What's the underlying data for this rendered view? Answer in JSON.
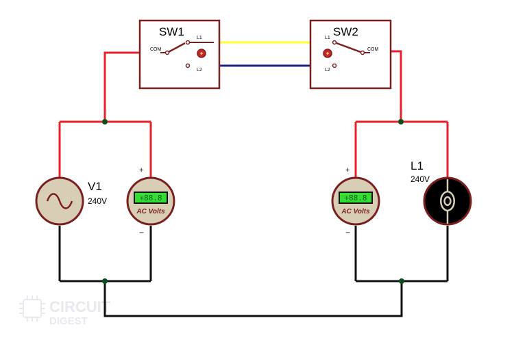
{
  "colors": {
    "positive_wire": "#e8202a",
    "neutral_wire": "#111111",
    "traveler_l1": "#ffff33",
    "traveler_l2": "#1a237e",
    "component_body": "#7a1f1f",
    "component_fill": "#d8cdb5",
    "lcd_green": "#33dd33",
    "lamp_body": "#000000",
    "junction": "#0a4d1f",
    "watermark": "#e6e9ee"
  },
  "switches": {
    "sw1": {
      "name": "SW1",
      "com": "COM",
      "l1": "L1",
      "l2": "L2"
    },
    "sw2": {
      "name": "SW2",
      "com": "COM",
      "l1": "L1",
      "l2": "L2"
    }
  },
  "source": {
    "name": "V1",
    "value": "240V",
    "icon": "ac-sine-icon"
  },
  "lamp": {
    "name": "L1",
    "value": "240V",
    "icon": "bulb-filament-icon"
  },
  "meters": {
    "left": {
      "reading": "+88.8",
      "label": "AC Volts",
      "plus": "+",
      "minus": "−"
    },
    "right": {
      "reading": "+88.8",
      "label": "AC Volts",
      "plus": "+",
      "minus": "−"
    }
  },
  "watermark": {
    "line1": "CIRCUIT",
    "line2": "DIGEST",
    "icon": "chip-icon"
  }
}
